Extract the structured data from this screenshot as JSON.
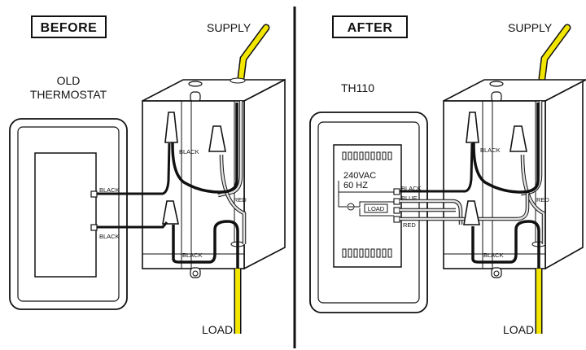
{
  "before": {
    "title": "BEFORE",
    "thermostat_label_line1": "OLD",
    "thermostat_label_line2": "THERMOSTAT",
    "supply_label": "SUPPLY",
    "load_label": "LOAD",
    "wire_labels": {
      "black_top": "BLACK",
      "black_bottom": "BLACK",
      "black_box_lower": "BLACK",
      "black_box_inner": "BLACK",
      "red": "RED"
    }
  },
  "after": {
    "title": "AFTER",
    "model_label": "TH110",
    "spec_line1": "240VAC",
    "spec_line2": "60 HZ",
    "load_box_label": "LOAD",
    "supply_label": "SUPPLY",
    "load_label": "LOAD",
    "wire_labels": {
      "black": "BLACK",
      "blue": "BLUE",
      "red": "RED",
      "black_box_inner": "BLACK",
      "black_box_lower": "BLACK",
      "red_box": "RED"
    }
  },
  "colors": {
    "supply_wire": "#f2e600",
    "wire_black": "#111111",
    "wire_white": "#e2e2e2",
    "divider": "#111111"
  }
}
